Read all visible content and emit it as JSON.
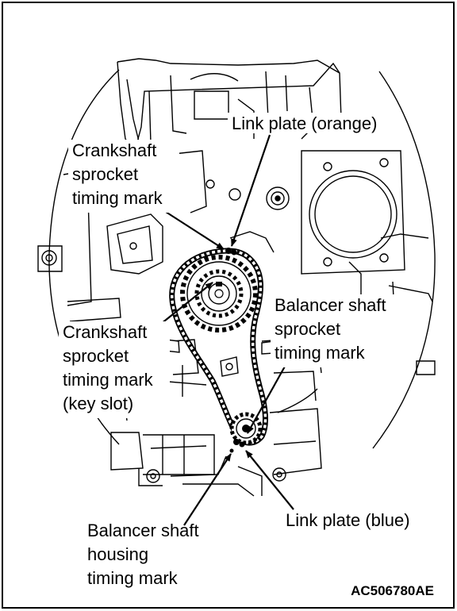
{
  "labels": {
    "link_plate_orange": [
      "Link plate (orange)"
    ],
    "crank_timing_mark": [
      "Crankshaft",
      "sprocket",
      "timing mark"
    ],
    "crank_key_slot": [
      "Crankshaft",
      "sprocket",
      "timing mark",
      "(key slot)"
    ],
    "balancer_sprocket_mark": [
      "Balancer shaft",
      "sprocket",
      "timing mark"
    ],
    "link_plate_blue": [
      "Link plate (blue)"
    ],
    "balancer_housing_mark": [
      "Balancer shaft",
      "housing",
      "timing mark"
    ]
  },
  "figure_code": "AC506780AE"
}
